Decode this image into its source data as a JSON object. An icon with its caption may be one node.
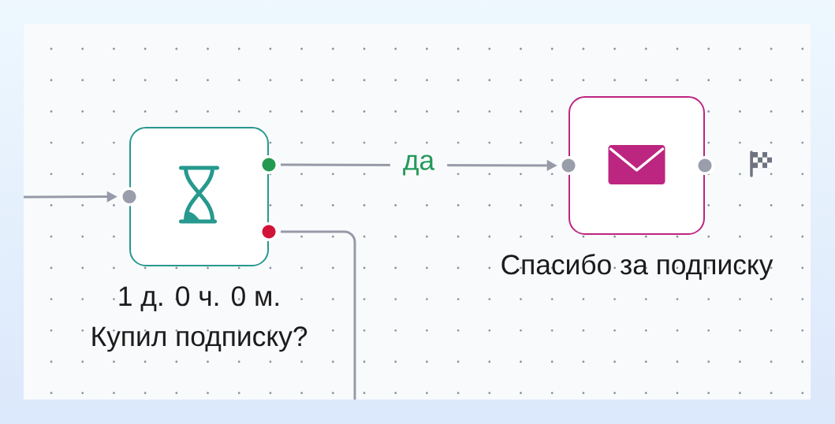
{
  "diagram": {
    "nodes": [
      {
        "text": [
          "Купил подписку?"
        ],
        "beside": [
          "1 д. 0 ч. 0 м."
        ]
      },
      {
        "text": [
          "Спасибо за подписку"
        ]
      }
    ],
    "edges": [
      {
        "from": null,
        "to": 0,
        "arrow": "to"
      },
      {
        "from": 0,
        "to": 1,
        "arrow": "to",
        "label": "да"
      },
      {
        "from": 0,
        "to": null,
        "arrow": "none"
      }
    ]
  }
}
